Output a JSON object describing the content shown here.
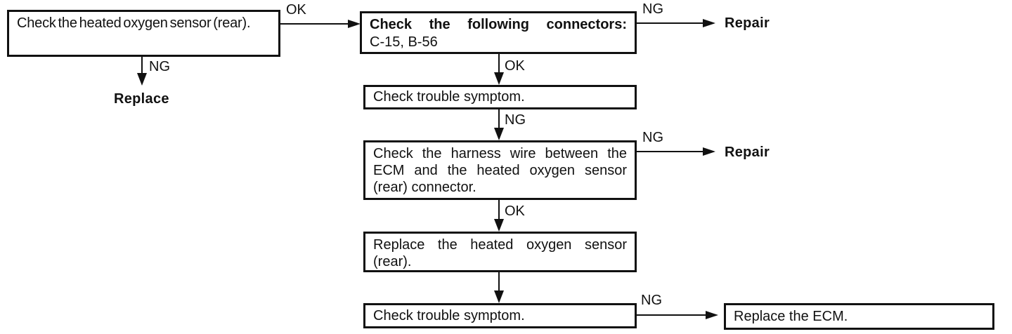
{
  "diagram": {
    "type": "troubleshooting-flowchart",
    "colors": {
      "ink": "#111111",
      "background": "#ffffff"
    },
    "boxes": [
      {
        "id": "check-oxygen-sensor",
        "lines": [
          "Check the heated oxygen sensor (rear)."
        ]
      },
      {
        "id": "check-connectors",
        "lines": [
          "Check the following connectors:",
          "C-15, B-56"
        ]
      },
      {
        "id": "check-trouble-symptom-1",
        "lines": [
          "Check trouble symptom."
        ]
      },
      {
        "id": "check-harness-wire",
        "lines": [
          "Check the harness wire between the",
          "ECM and the heated oxygen sensor",
          "(rear) connector."
        ]
      },
      {
        "id": "replace-oxygen-sensor",
        "lines": [
          "Replace the heated oxygen sensor",
          "(rear)."
        ]
      },
      {
        "id": "check-trouble-symptom-2",
        "lines": [
          "Check trouble symptom."
        ]
      },
      {
        "id": "replace-ecm",
        "lines": [
          "Replace the ECM."
        ]
      }
    ],
    "labels": {
      "ok1": "OK",
      "ng1": "NG",
      "ng2": "NG",
      "ok2": "OK",
      "ng3": "NG",
      "ng4": "NG",
      "ok3": "OK",
      "ng5": "NG"
    },
    "terminals": {
      "replace": "Replace",
      "repair1": "Repair",
      "repair2": "Repair"
    }
  }
}
